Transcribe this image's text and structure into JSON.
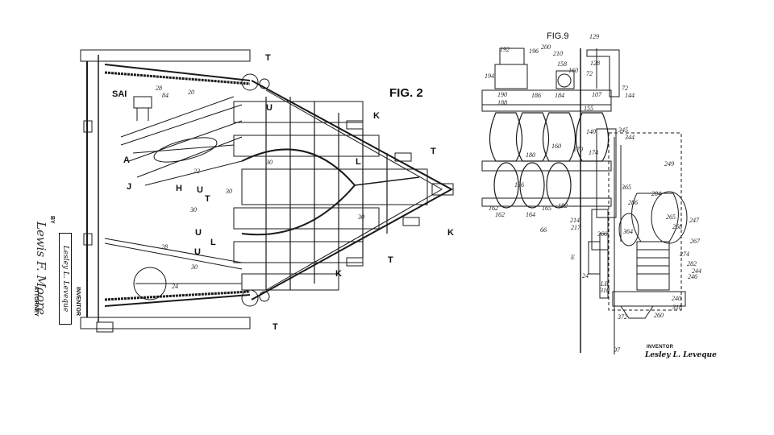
{
  "figures": {
    "fig2_title": "FIG. 2",
    "fig9_title": "FIG.9"
  },
  "fig2_labels": {
    "T": "T",
    "U": "U",
    "K": "K",
    "L": "L",
    "A": "A",
    "J": "J",
    "H": "H",
    "SAI": "SAI"
  },
  "fig2_numbers": {
    "n28": "28",
    "n84": "84",
    "n20": "20",
    "n22": "22",
    "n30": "30",
    "n24": "24"
  },
  "fig9_numbers": {
    "n192": "192",
    "n196": "196",
    "n200": "200",
    "n210": "210",
    "n129": "129",
    "n128": "128",
    "n194": "194",
    "n72": "72",
    "n158": "158",
    "n160": "160",
    "n190": "190",
    "n188": "188",
    "n186": "186",
    "n184": "184",
    "n107": "107",
    "n144": "144",
    "n155": "155",
    "n140": "140",
    "n170": "170",
    "n174": "174",
    "n345": "345",
    "n344": "344",
    "n249": "249",
    "n180": "180",
    "n136": "136",
    "n162": "162",
    "n182": "182",
    "n164": "164",
    "n165": "165",
    "n66": "66",
    "n284": "284",
    "n265": "265",
    "n268": "268",
    "n247": "247",
    "n267": "267",
    "n274": "274",
    "n282": "282",
    "n246": "246",
    "n244": "244",
    "n240": "240",
    "n318": "318",
    "n260": "260",
    "n372": "372",
    "n310": "310",
    "n364": "364",
    "n366": "366",
    "n365": "365",
    "n286": "286",
    "n217": "217",
    "n214": "214",
    "n24": "24",
    "LB": "LB",
    "E": "E",
    "n97": "97"
  },
  "left_margin": {
    "by": "BY",
    "inventor_name": "Lesley L. Leveque",
    "inventor_label": "INVENTOR",
    "attorney_label": "ATTORNEY",
    "attorney_signature": "Lewis F. Moore"
  },
  "bottom_right": {
    "inventor_label": "INVENTOR",
    "inventor_name": "Lesley L. Leveque"
  }
}
